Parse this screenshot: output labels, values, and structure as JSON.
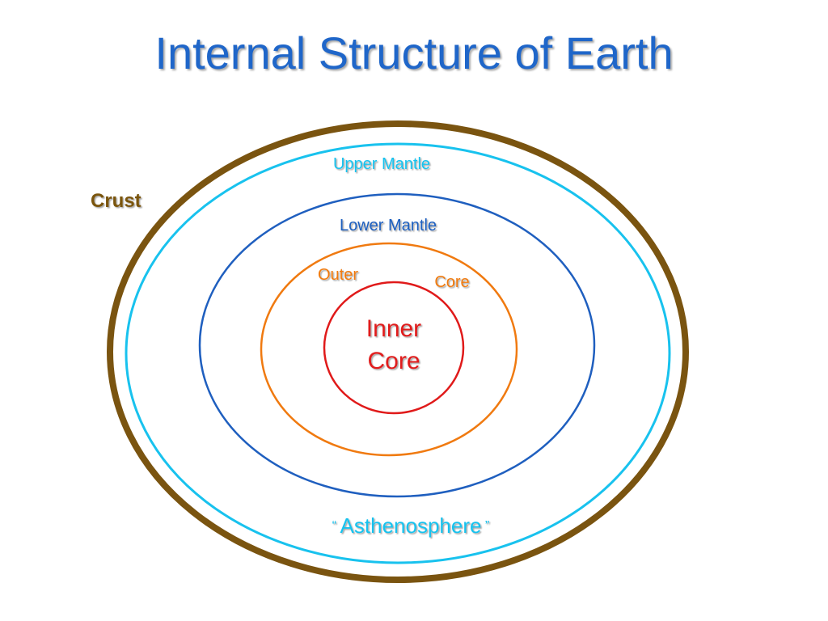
{
  "title": "Internal Structure of Earth",
  "layers": {
    "crust": {
      "label": "Crust",
      "color": "#7a5410"
    },
    "upper_mantle": {
      "label": "Upper Mantle",
      "color": "#18c2ee"
    },
    "lower_mantle": {
      "label": "Lower Mantle",
      "color": "#1f5fbf"
    },
    "outer_core": {
      "label_line1": "Outer",
      "label_line2": "Core",
      "color": "#f07a10"
    },
    "inner_core": {
      "label_line1": "Inner",
      "label_line2": "Core",
      "color": "#e01a1a"
    },
    "asthenosphere": {
      "quote_open": "“",
      "label": "Asthenosphere",
      "quote_close": "”",
      "color": "#18c2ee"
    }
  },
  "colors": {
    "title": "#1f66c9"
  }
}
